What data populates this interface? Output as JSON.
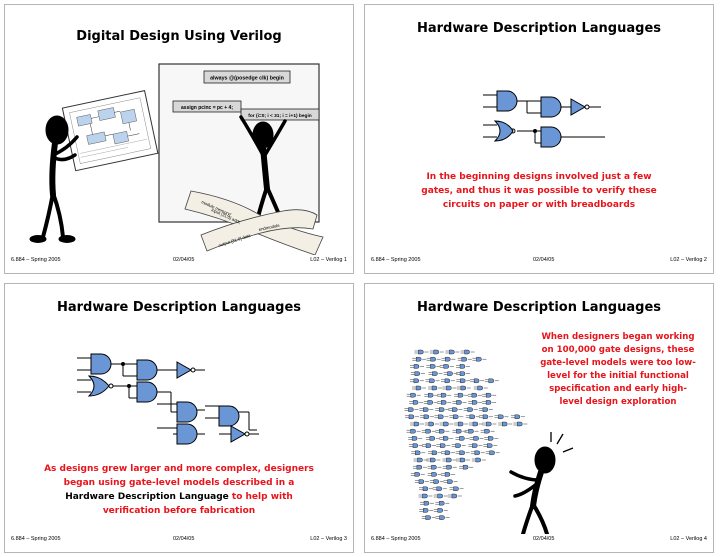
{
  "slides": [
    {
      "title": "Digital Design Using Verilog",
      "code_lines": [
        "always @(posedge clk) begin",
        "assign pcinc = pc + 4;",
        "for (i=0; i < 31; i = i+1) begin"
      ],
      "scroll_lines": [
        "module memory(",
        "input [31:0] addr,",
        "output [31:0] data",
        "endmodule"
      ],
      "footer": {
        "course": "6.884 – Spring 2005",
        "date": "02/04/05",
        "label": "L02 – Verilog   1"
      }
    },
    {
      "title": "Hardware Description Languages",
      "caption": [
        "In the beginning designs involved just a few",
        "gates, and thus it was possible to verify these",
        "circuits on paper or with breadboards"
      ],
      "footer": {
        "course": "6.884 – Spring 2005",
        "date": "02/04/05",
        "label": "L02 – Verilog   2"
      }
    },
    {
      "title": "Hardware Description Languages",
      "caption_line1": "As designs grew larger and more complex, designers",
      "caption_line2": "began using gate-level models described in a",
      "caption_hdl": "Hardware Description Language",
      "caption_line3_rest": " to help with",
      "caption_line4": "verification before fabrication",
      "footer": {
        "course": "6.884 – Spring 2005",
        "date": "02/04/05",
        "label": "L02 – Verilog   3"
      }
    },
    {
      "title": "Hardware Description Languages",
      "caption": [
        "When designers began working",
        "on 100,000 gate designs, these",
        "gate-level models were too low-",
        "level for the initial functional",
        "specification and early high-",
        "level design exploration"
      ],
      "footer": {
        "course": "6.884 – Spring 2005",
        "date": "02/04/05",
        "label": "L02 – Verilog   4"
      }
    }
  ],
  "colors": {
    "accent": "#e8141b",
    "gate_fill": "#6b96d6",
    "text": "#000000"
  }
}
